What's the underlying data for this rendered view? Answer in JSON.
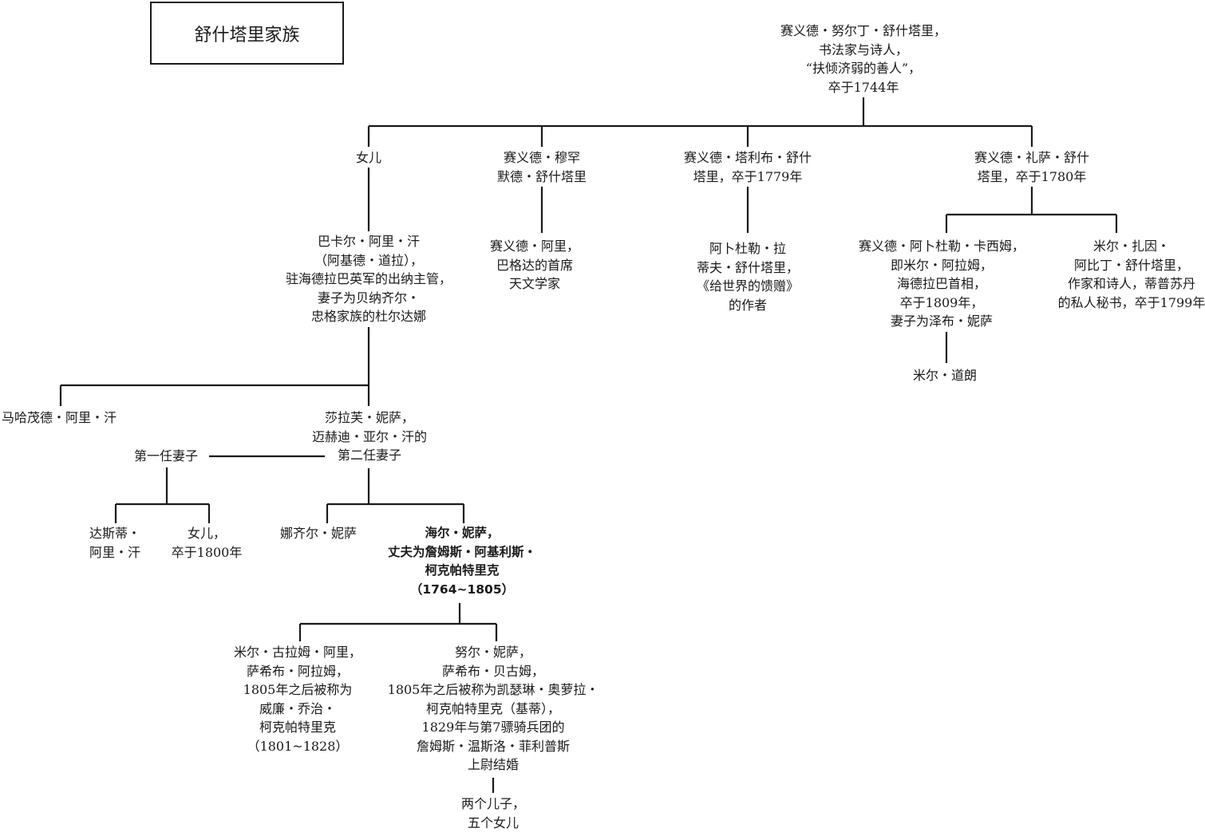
{
  "title": "舒什塔里家族",
  "nodes": {
    "root": [
      "赛义德・努尔丁・舒什塔里，",
      "书法家与诗人，",
      "“扶倾济弱的善人”，",
      "卒于1744年"
    ],
    "daughter": [
      "女儿"
    ],
    "muhammad": [
      "赛义德・穆罕",
      "默德・舒什塔里"
    ],
    "talib": [
      "赛义德・塔利布・舒什",
      "塔里，卒于1779年"
    ],
    "riza": [
      "赛义德・礼萨・舒什",
      "塔里，卒于1780年"
    ],
    "bakir": [
      "巴卡尔・阿里・汗",
      "（阿基德・道拉），",
      "驻海德拉巴英军的出纳主管，",
      "妻子为贝纳齐尔・",
      "忠格家族的杜尔达娜"
    ],
    "sayyid_ali": [
      "赛义德・阿里，",
      "巴格达的首席",
      "天文学家"
    ],
    "abdul_latif": [
      "阿卜杜勒・拉",
      "蒂夫・舒什塔里，",
      "《给世界的馈赠》",
      "的作者"
    ],
    "abdul_qasim": [
      "赛义德・阿卜杜勒・卡西姆，",
      "即米尔・阿拉姆，",
      "海德拉巴首相，",
      "卒于1809年，",
      "妻子为泽布・妮萨"
    ],
    "mir_zain": [
      "米尔・扎因・",
      "阿比丁・舒什塔里，",
      "作家和诗人，蒂普苏丹",
      "的私人秘书，卒于1799年"
    ],
    "mir_dauran": [
      "米尔・道朗"
    ],
    "mahmud": [
      "马哈茂德・阿里・汗"
    ],
    "sharaf": [
      "莎拉芙・妮萨，",
      "迈赫迪・亚尔・汗的",
      "第二任妻子"
    ],
    "first_wife": [
      "第一任妻子"
    ],
    "dasti": [
      "达斯蒂・",
      "阿里・汗"
    ],
    "daughter_1800": [
      "女儿，",
      "卒于1800年"
    ],
    "nazir": [
      "娜齐尔・妮萨"
    ],
    "khair": [
      "海尔・妮萨，",
      "丈夫为詹姆斯・阿基利斯・",
      "柯克帕特里克",
      "（1764~1805）"
    ],
    "mir_ghulam": [
      "米尔・古拉姆・阿里，",
      "萨希布・阿拉姆，",
      "1805年之后被称为",
      "威廉・乔治・",
      "柯克帕特里克",
      "（1801~1828）"
    ],
    "noor": [
      "努尔・妮萨，",
      "萨希布・贝古姆，",
      "1805年之后被称为凯瑟琳・奥萝拉・",
      "柯克帕特里克（基蒂），",
      "1829年与第7骠骑兵团的",
      "詹姆斯・温斯洛・菲利普斯",
      "上尉结婚"
    ],
    "children": [
      "两个儿子，",
      "五个女儿"
    ]
  }
}
